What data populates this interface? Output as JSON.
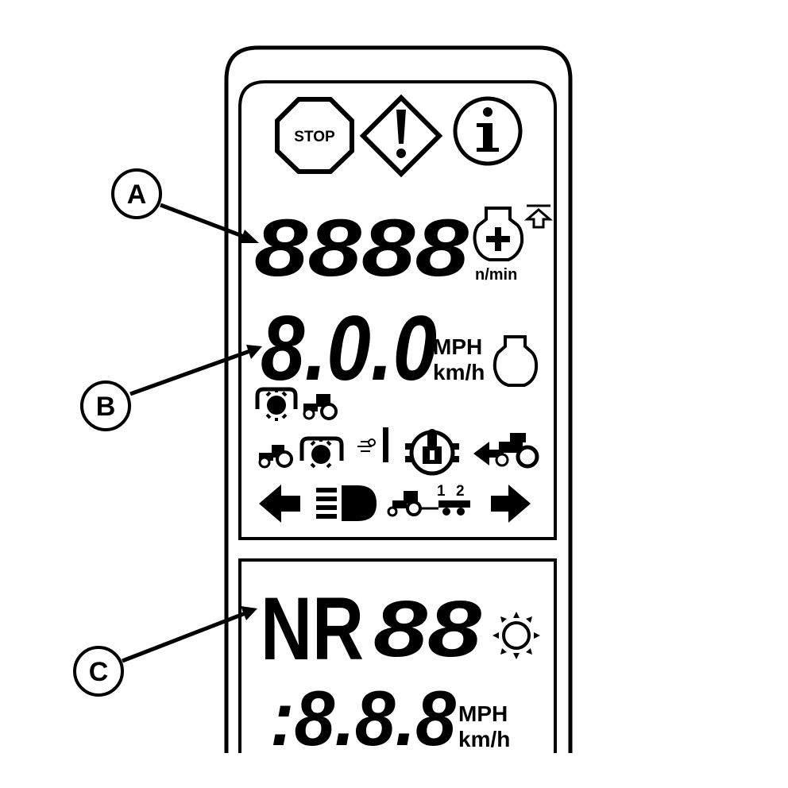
{
  "callouts": [
    "A",
    "B",
    "C"
  ],
  "upper_panel": {
    "warnings": {
      "stop_sign_text": "STOP",
      "caution_symbol": "!",
      "info_symbol": "i"
    },
    "engine_speed": {
      "digits": "8888",
      "unit": "n/min",
      "icon": "engine-speed-icon"
    },
    "ground_speed": {
      "digits": "8.0.0",
      "unit_mph": "MPH",
      "unit_kmh": "km/h",
      "icon": "engine-outline-icon"
    },
    "implement_labels": [
      "1",
      "2"
    ]
  },
  "lower_panel": {
    "gear": {
      "letters": "NR",
      "digits": "88",
      "icon": "gear-sun-icon"
    },
    "speed": {
      "digits": ":8.8.8",
      "unit_mph": "MPH",
      "unit_kmh": "km/h"
    }
  },
  "colors": {
    "ink": "#000000",
    "paper": "#ffffff"
  }
}
